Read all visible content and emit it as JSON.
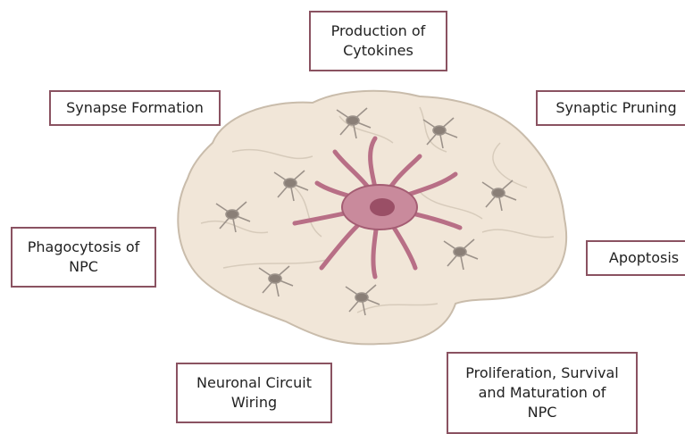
{
  "boxes": {
    "cytokines": "Production of\nCytokines",
    "synapse_formation": "Synapse Formation",
    "synaptic_pruning": "Synaptic Pruning",
    "phagocytosis": "Phagocytosis of\nNPC",
    "apoptosis": "Apoptosis",
    "circuit_wiring": "Neuronal Circuit\nWiring",
    "proliferation": "Proliferation, Survival\nand  Maturation of\nNPC"
  },
  "colors": {
    "box_border": "#8a5261",
    "brain_fill": "#f1e6d8",
    "brain_outline": "#c9bcab",
    "microglia_main": "#b86f86",
    "microglia_small": "#9c928a"
  }
}
